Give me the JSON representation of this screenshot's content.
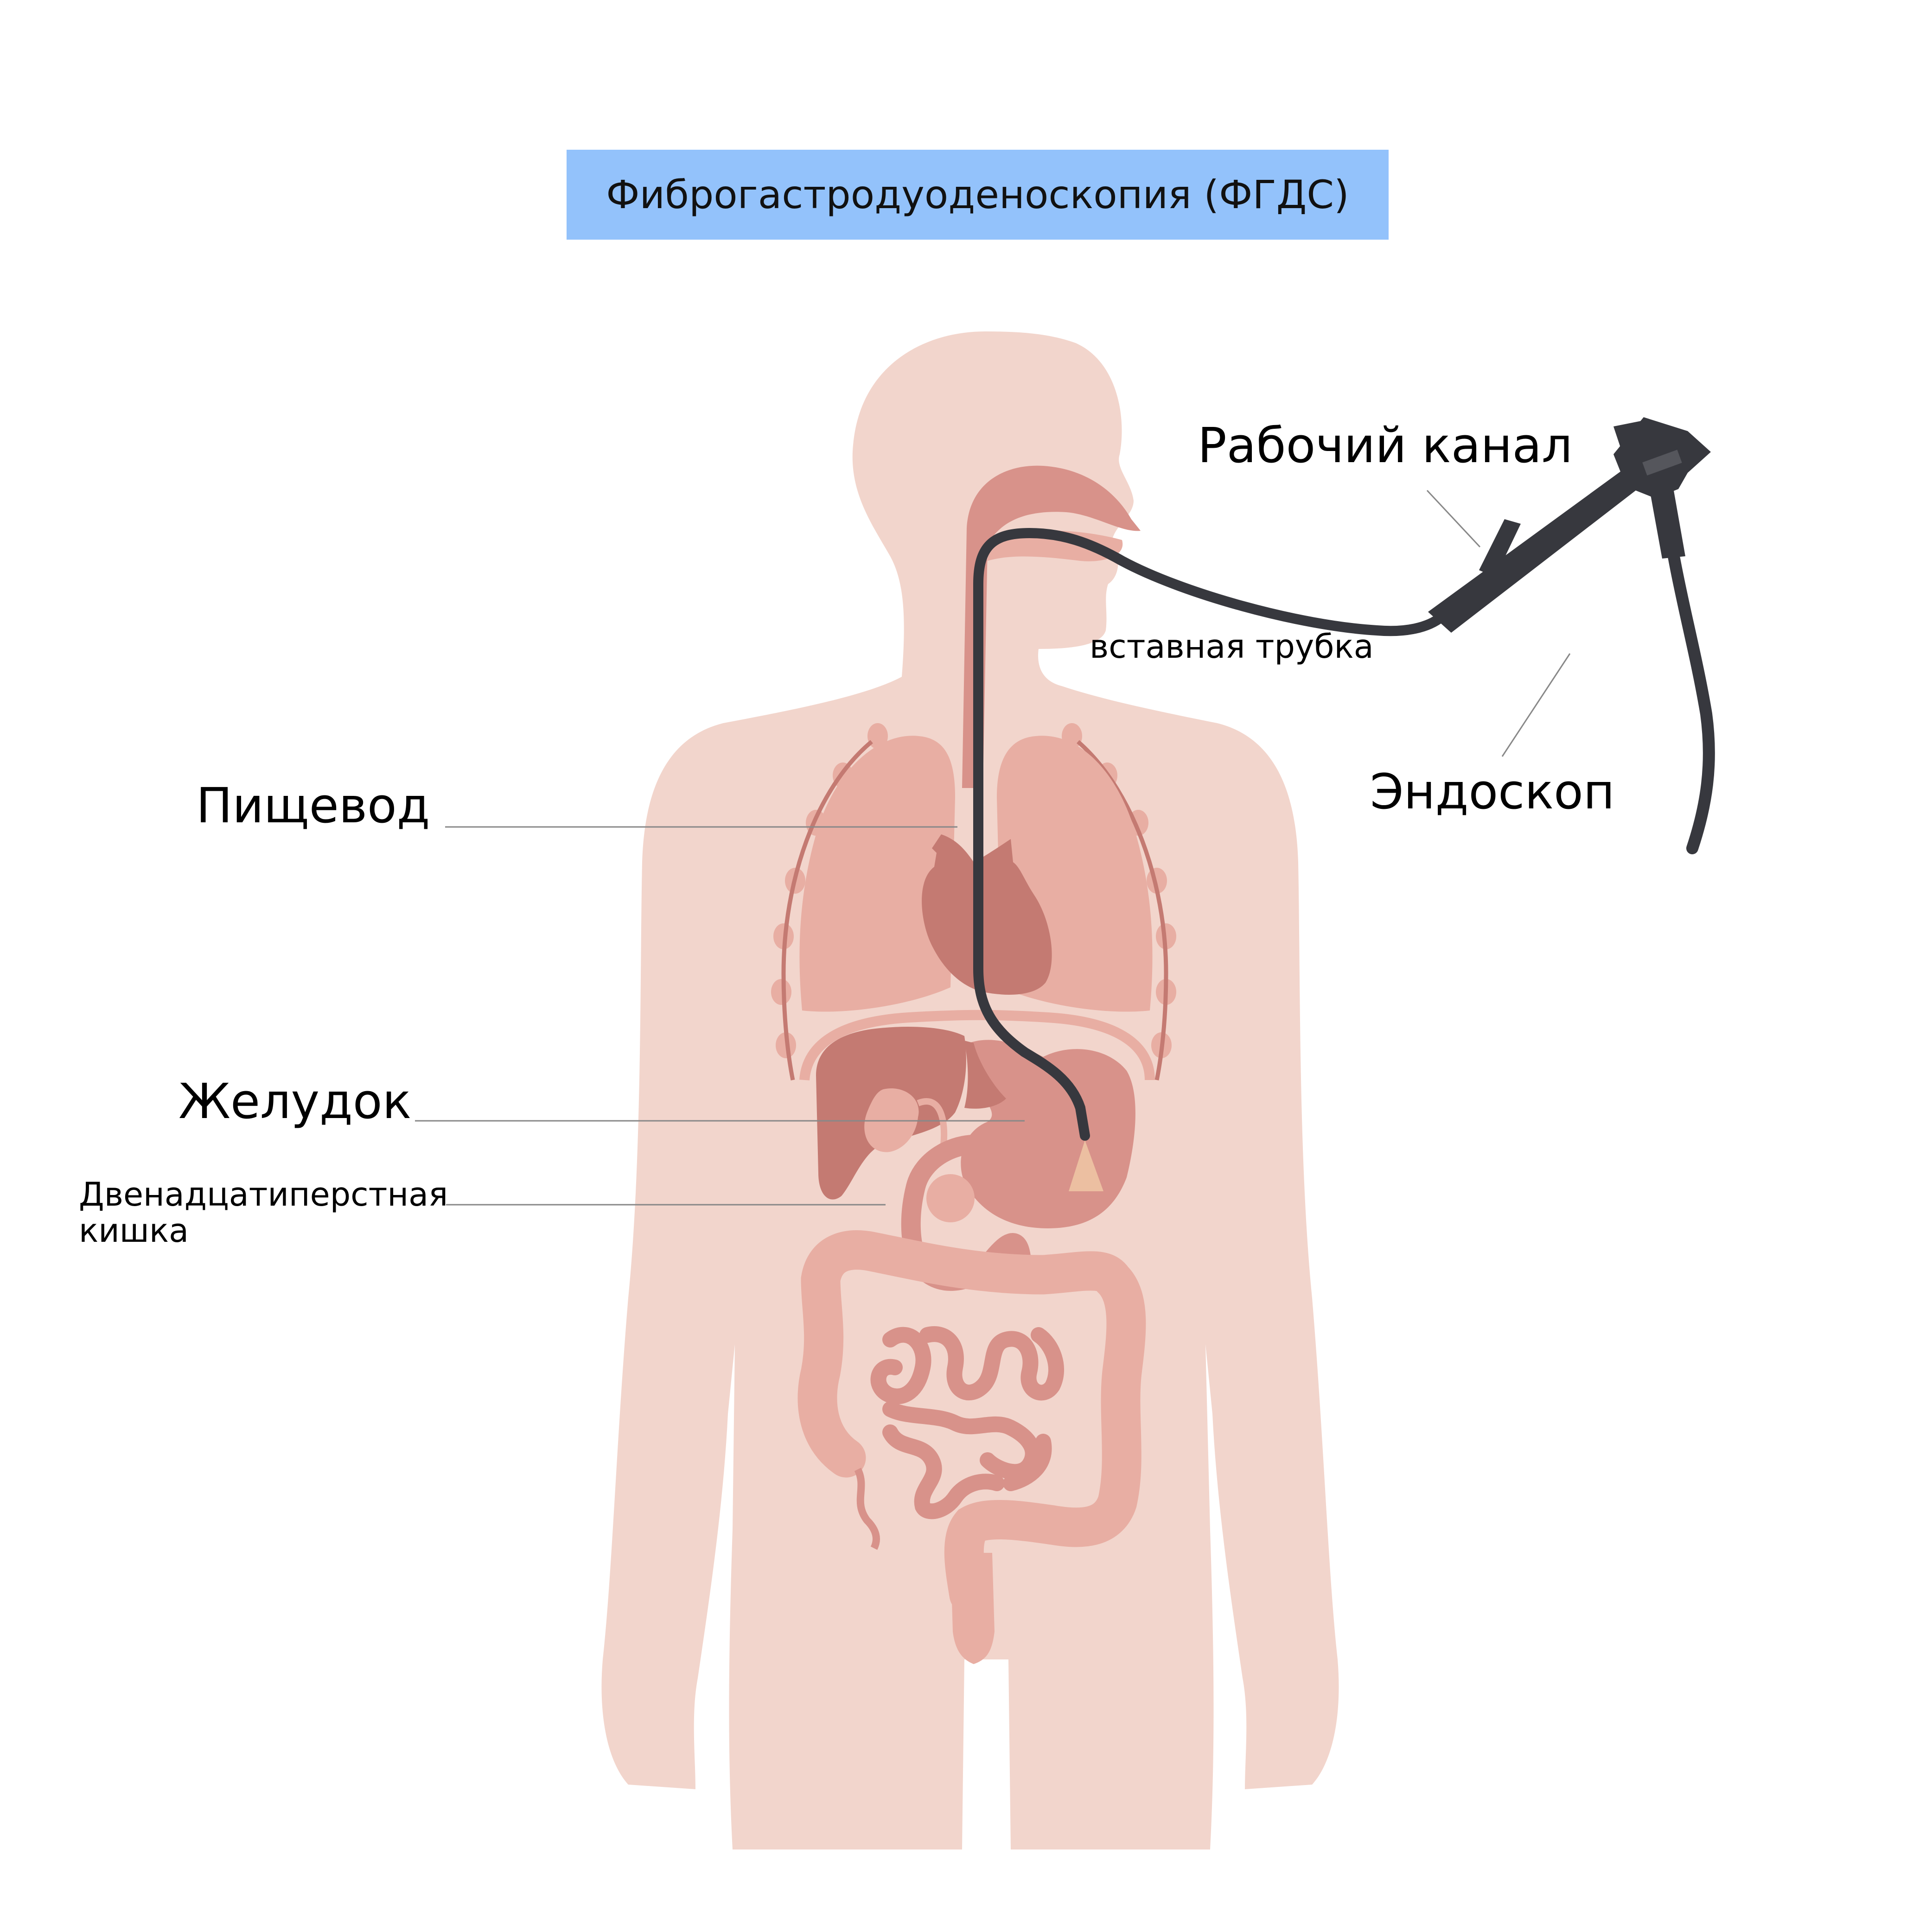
{
  "title": "Фиброгастродуоденоскопия (ФГДС)",
  "labels": {
    "working_channel": "Рабочий канал",
    "insertion_tube": "вставная трубка",
    "endoscope": "Эндоскоп",
    "esophagus": "Пищевод",
    "stomach": "Желудок",
    "duodenum_line1": "Двенадцатиперстная",
    "duodenum_line2": "кишка"
  },
  "colors": {
    "title_background": "#93c2fb",
    "skin": "#f2d5cc",
    "organ_light": "#e8aea3",
    "organ_mid": "#d8928a",
    "organ_dark": "#c47a72",
    "endoscope": "#37383e",
    "leader_line": "#888888"
  }
}
